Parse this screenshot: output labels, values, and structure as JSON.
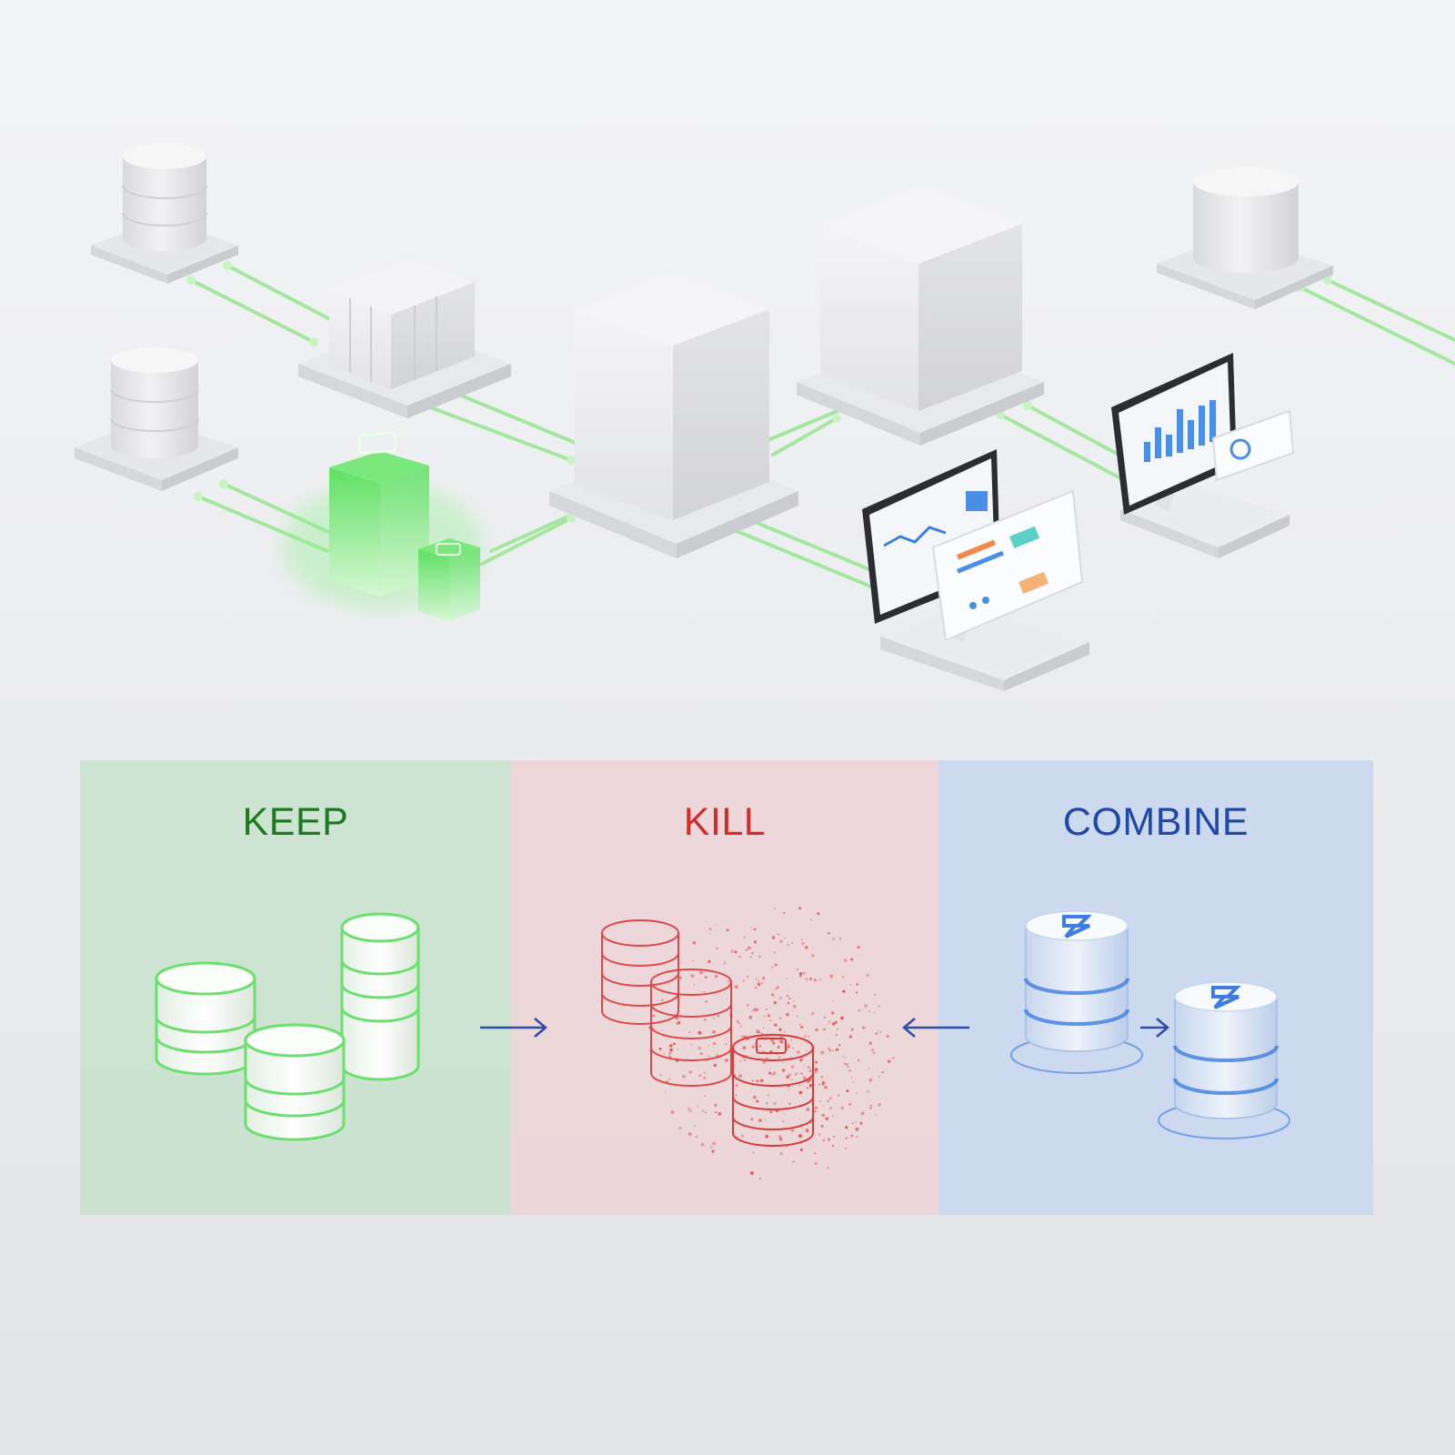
{
  "panels": {
    "keep": {
      "title": "KEEP",
      "color": "#1e7a1e"
    },
    "kill": {
      "title": "KILL",
      "color": "#d42b2b"
    },
    "combine": {
      "title": "COMBINE",
      "color": "#1f49a8"
    }
  },
  "colors": {
    "connector": "#a6e7a0",
    "keep_glow": "#63e06b",
    "kill_line": "#e04848",
    "combine_line": "#3d7ee0",
    "arrow": "#2b4fa8"
  },
  "icons": {
    "server_node": "server-icon",
    "database": "database-icon",
    "dashboard": "dashboard-monitor-icon",
    "merge_logo": "merge-logo-icon"
  }
}
